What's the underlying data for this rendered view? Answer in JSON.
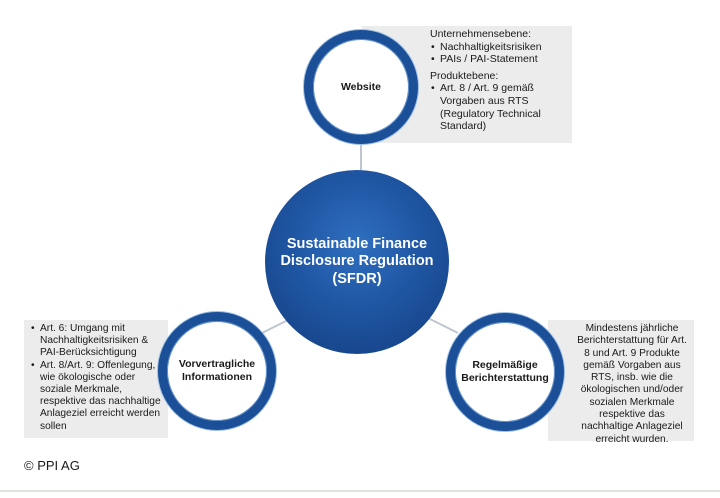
{
  "center": {
    "label": "Sustainable Finance\nDisclosure Regulation\n(SFDR)"
  },
  "nodes": {
    "top": {
      "label": "Website"
    },
    "left": {
      "label": "Vorvertragliche Informationen"
    },
    "right": {
      "label": "Regelmäßige Berichterstattung"
    }
  },
  "boxes": {
    "top": {
      "section1_title": "Unternehmensebene:",
      "section1_items": [
        "Nachhaltigkeitsrisiken",
        "PAIs / PAI-Statement"
      ],
      "section2_title": "Produktebene:",
      "section2_items": [
        "Art. 8 / Art. 9 gemäß Vorgaben aus RTS (Regulatory Technical Standard)"
      ]
    },
    "left": {
      "items": [
        "Art. 6: Umgang mit Nachhaltigkeitsrisiken & PAI-Berücksichtigung",
        "Art. 8/Art. 9: Offenlegung, wie ökologische oder soziale Merkmale, respektive das nachhaltige Anlageziel erreicht werden sollen"
      ]
    },
    "right": {
      "text": "Mindestens jährliche Berichterstattung für Art. 8 und Art. 9 Produkte gemäß Vorgaben aus RTS, insb. wie die ökologischen und/oder sozialen Merkmale respektive das nachhaltige Anlageziel erreicht wurden."
    }
  },
  "footer": {
    "copyright": "© PPI AG"
  },
  "colors": {
    "primary": "#1b4f97",
    "box_bg": "#ececec",
    "connector": "#bfc6cf"
  }
}
